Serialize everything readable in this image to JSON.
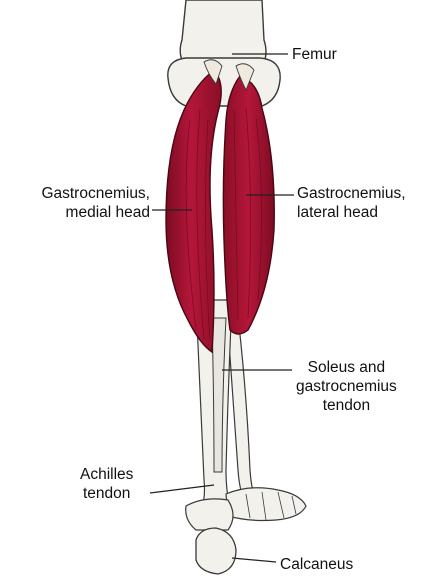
{
  "figure": {
    "colors": {
      "muscle": "#a3122c",
      "muscle_dark": "#6e0a1c",
      "bone": "#f3f1ec",
      "bone_outline": "#3a3a3a",
      "leader_line": "#222222"
    }
  },
  "labels": {
    "femur": {
      "lines": [
        "Femur"
      ]
    },
    "medial_head": {
      "lines": [
        "Gastrocnemius,",
        "medial head"
      ]
    },
    "lateral_head": {
      "lines": [
        "Gastrocnemius,",
        "lateral head"
      ]
    },
    "soleus_tendon": {
      "lines": [
        "Soleus and",
        "gastrocnemius",
        "tendon"
      ]
    },
    "achilles": {
      "lines": [
        "Achilles",
        "tendon"
      ]
    },
    "calcaneus": {
      "lines": [
        "Calcaneus"
      ]
    }
  }
}
